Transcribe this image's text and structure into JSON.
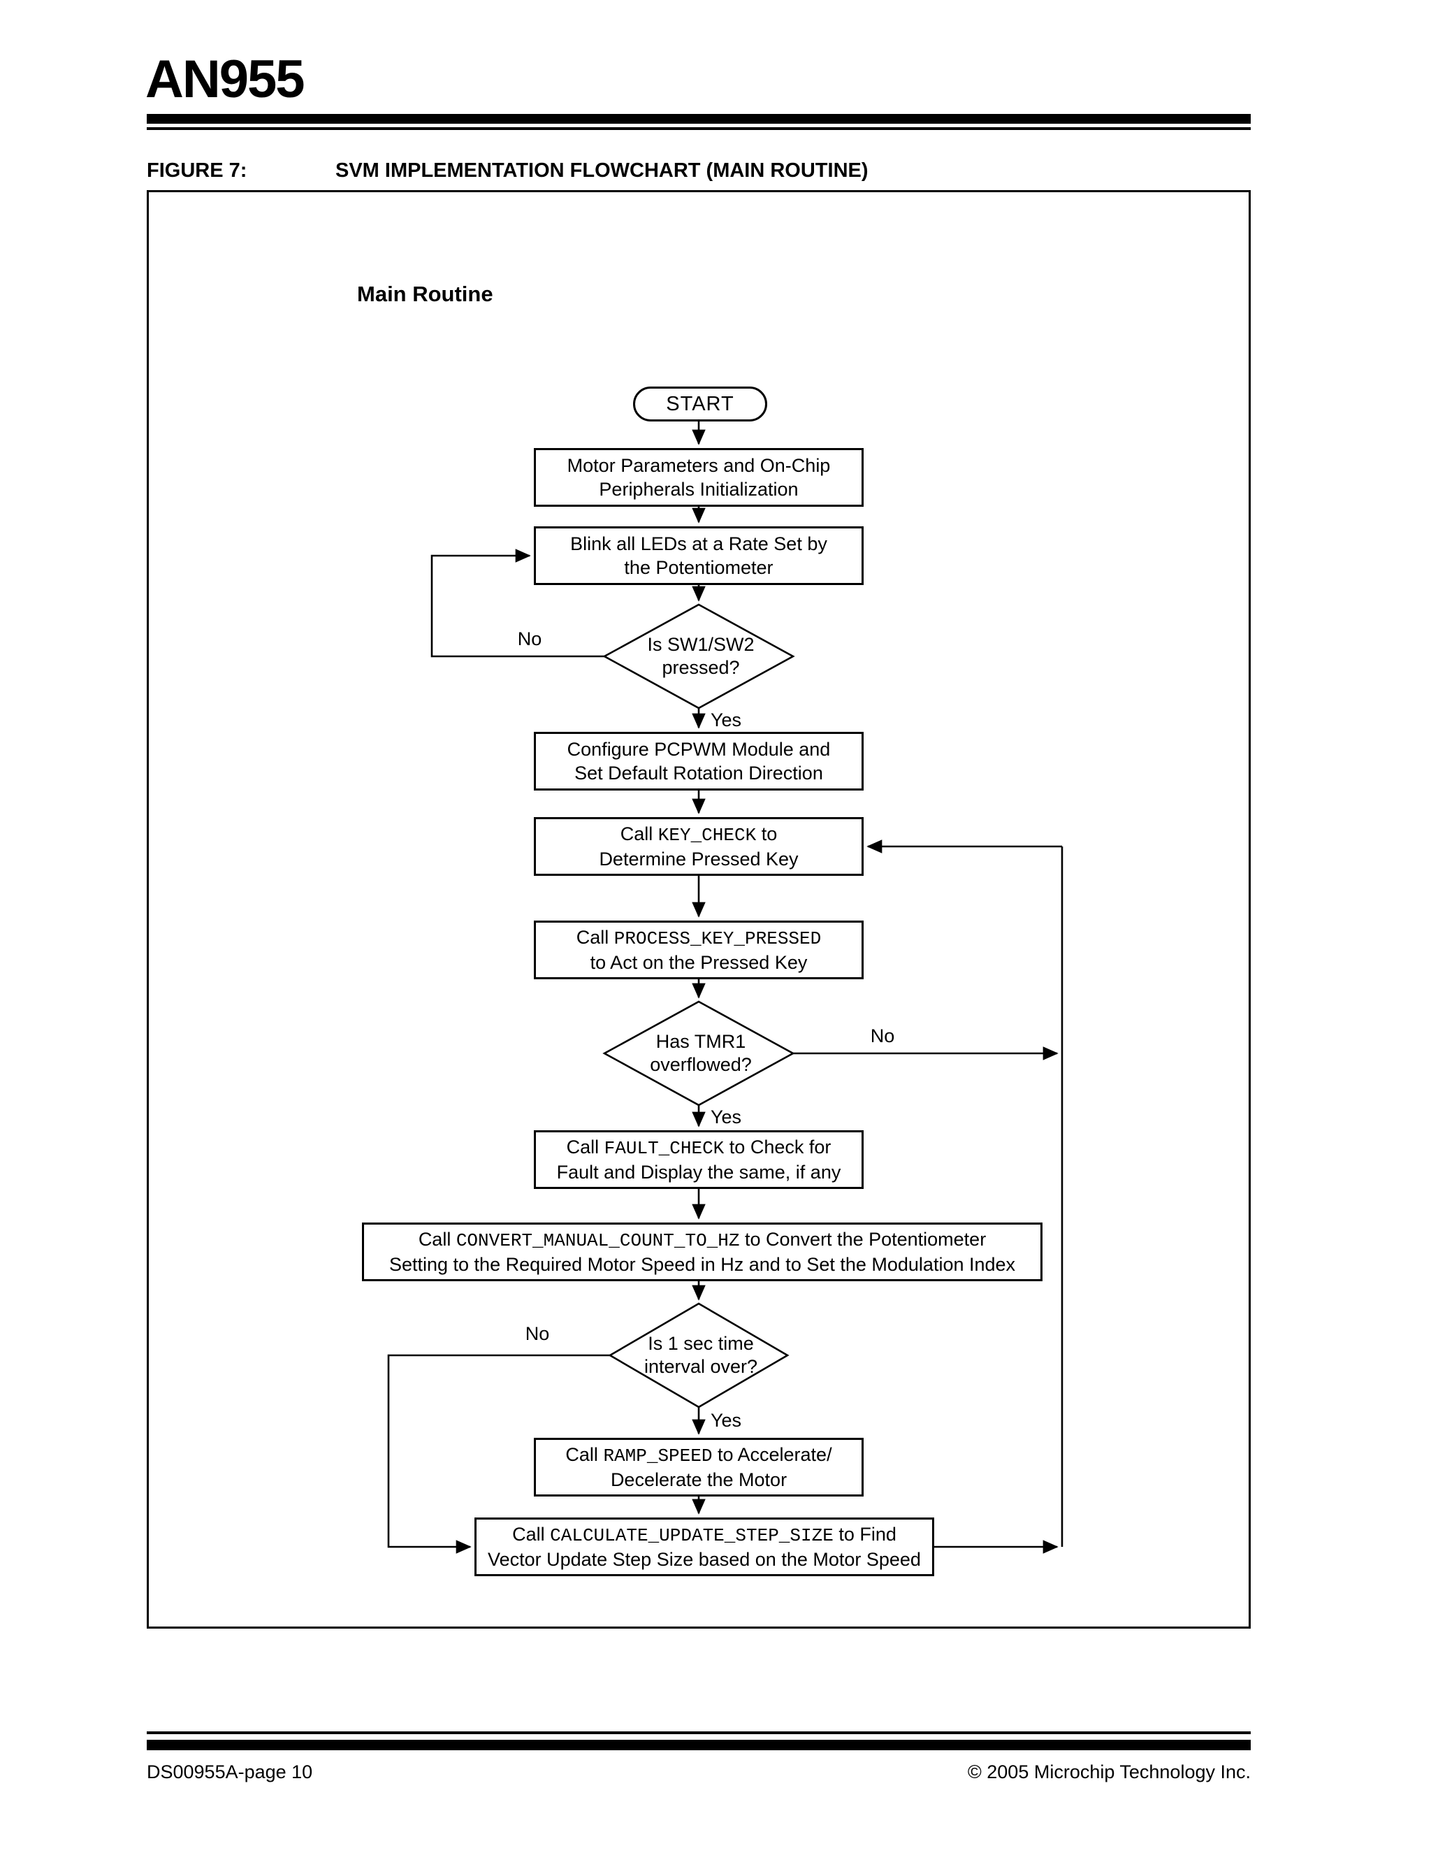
{
  "header": {
    "title": "AN955"
  },
  "figure": {
    "label": "FIGURE 7:",
    "title": "SVM IMPLEMENTATION FLOWCHART (MAIN ROUTINE)"
  },
  "flowchart": {
    "subtitle": "Main Routine",
    "labels": {
      "yes": "Yes",
      "no": "No"
    },
    "nodes": {
      "start": {
        "text": "START"
      },
      "init": {
        "line1": "Motor Parameters and On-Chip",
        "line2": "Peripherals Initialization"
      },
      "blink": {
        "line1": "Blink all LEDs at a Rate Set by",
        "line2": "the Potentiometer"
      },
      "sw_decision": {
        "line1": "Is SW1/SW2",
        "line2": "pressed?"
      },
      "pcpwm": {
        "line1": "Configure PCPWM Module and",
        "line2": "Set Default Rotation Direction"
      },
      "key_check": {
        "pre": "Call ",
        "code": "KEY_CHECK",
        "post": " to",
        "line2": "Determine Pressed Key"
      },
      "process_key": {
        "pre": "Call ",
        "code": "PROCESS_KEY_PRESSED",
        "post": "",
        "line2": "to Act on the Pressed Key"
      },
      "tmr_decision": {
        "line1": "Has TMR1",
        "line2": "overflowed?"
      },
      "fault_check": {
        "pre": "Call ",
        "code": "FAULT_CHECK",
        "post": " to Check for",
        "line2": "Fault and Display the same, if any"
      },
      "convert": {
        "pre": "Call ",
        "code": "CONVERT_MANUAL_COUNT_TO_HZ",
        "post": " to Convert the Potentiometer",
        "line2": "Setting to the Required Motor Speed in Hz and to Set the Modulation Index"
      },
      "sec_decision": {
        "line1": "Is 1 sec time",
        "line2": "interval over?"
      },
      "ramp": {
        "pre": "Call ",
        "code": "RAMP_SPEED",
        "post": " to Accelerate/",
        "line2": "Decelerate the Motor"
      },
      "calc": {
        "pre": "Call ",
        "code": "CALCULATE_UPDATE_STEP_SIZE",
        "post": " to Find",
        "line2": "Vector Update Step Size based on the Motor Speed"
      }
    }
  },
  "footer": {
    "left": "DS00955A-page 10",
    "right": "© 2005 Microchip Technology Inc."
  }
}
